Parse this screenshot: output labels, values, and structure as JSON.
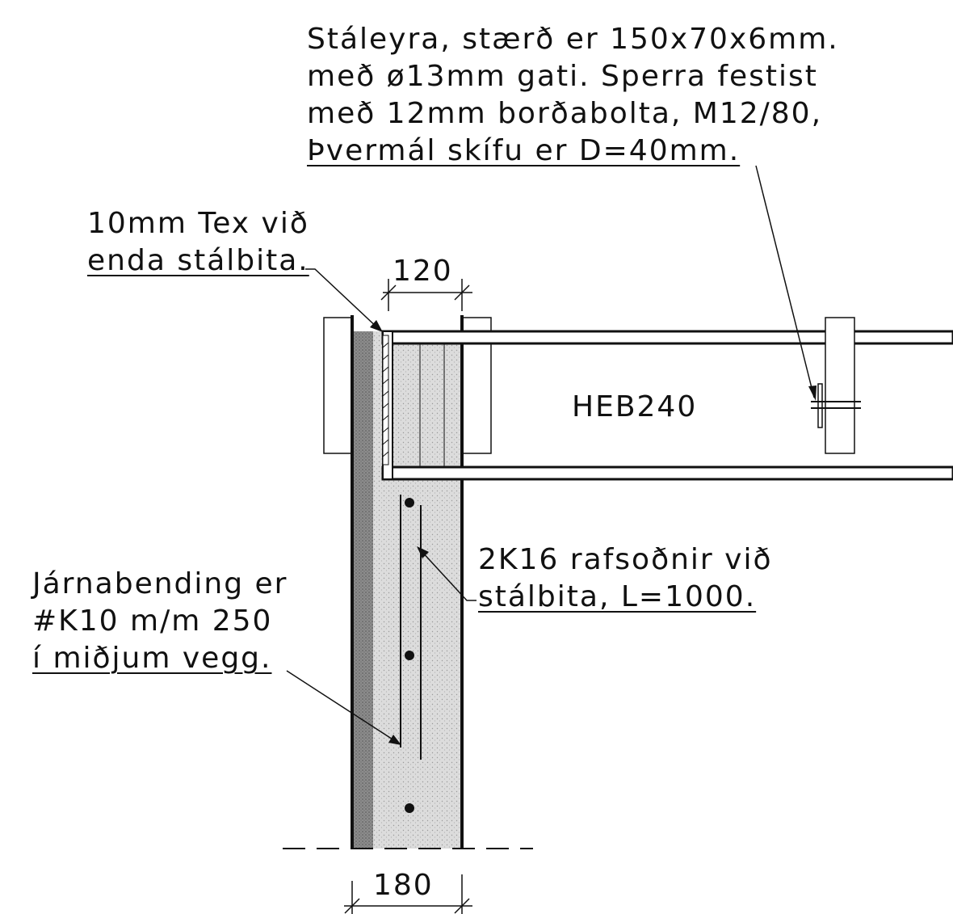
{
  "notes": {
    "plate": {
      "lines": [
        "Stáleyra, stærð er 150x70x6mm.",
        "með ø13mm gati. Sperra festist",
        "með 12mm borðabolta, M12/80,",
        "Þvermál skífu er D=40mm."
      ]
    },
    "tex": {
      "lines": [
        "10mm Tex við",
        "enda stálbita."
      ]
    },
    "rebar_welded": {
      "lines": [
        "2K16 rafsoðnir við",
        "stálbita, L=1000."
      ]
    },
    "reinforcement": {
      "lines": [
        "Járnabending er",
        "#K10 m/m 250",
        "í miðjum vegg."
      ]
    }
  },
  "labels": {
    "beam": "HEB240",
    "dim_top": "120",
    "dim_bottom": "180"
  },
  "colors": {
    "line": "#111111",
    "concrete_fill": "#d6d6d6",
    "insulation_fill": "#8a8a8a"
  }
}
